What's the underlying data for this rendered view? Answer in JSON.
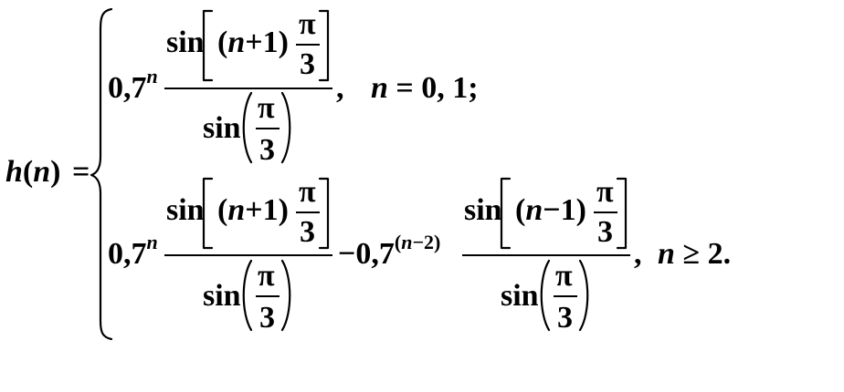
{
  "formula": {
    "lhs": {
      "func": "h",
      "lparen": "(",
      "arg": "n",
      "rparen": ")",
      "equals": "="
    },
    "common": {
      "coef": "0,7",
      "exp_n": "n",
      "sin": "sin",
      "lparen": "(",
      "rparen": ")",
      "pi": "π",
      "three": "3",
      "n": "n",
      "plus_one": "+1",
      "minus_one": "−1"
    },
    "case1": {
      "comma": ",",
      "cond_var": "n",
      "cond_rest": "= 0, 1;"
    },
    "case2": {
      "minus": "−",
      "exp_open": "(",
      "exp_var": "n",
      "exp_rest": "−2)",
      "comma": ",",
      "cond_var": "n",
      "cond_rest": "≥ 2."
    }
  }
}
